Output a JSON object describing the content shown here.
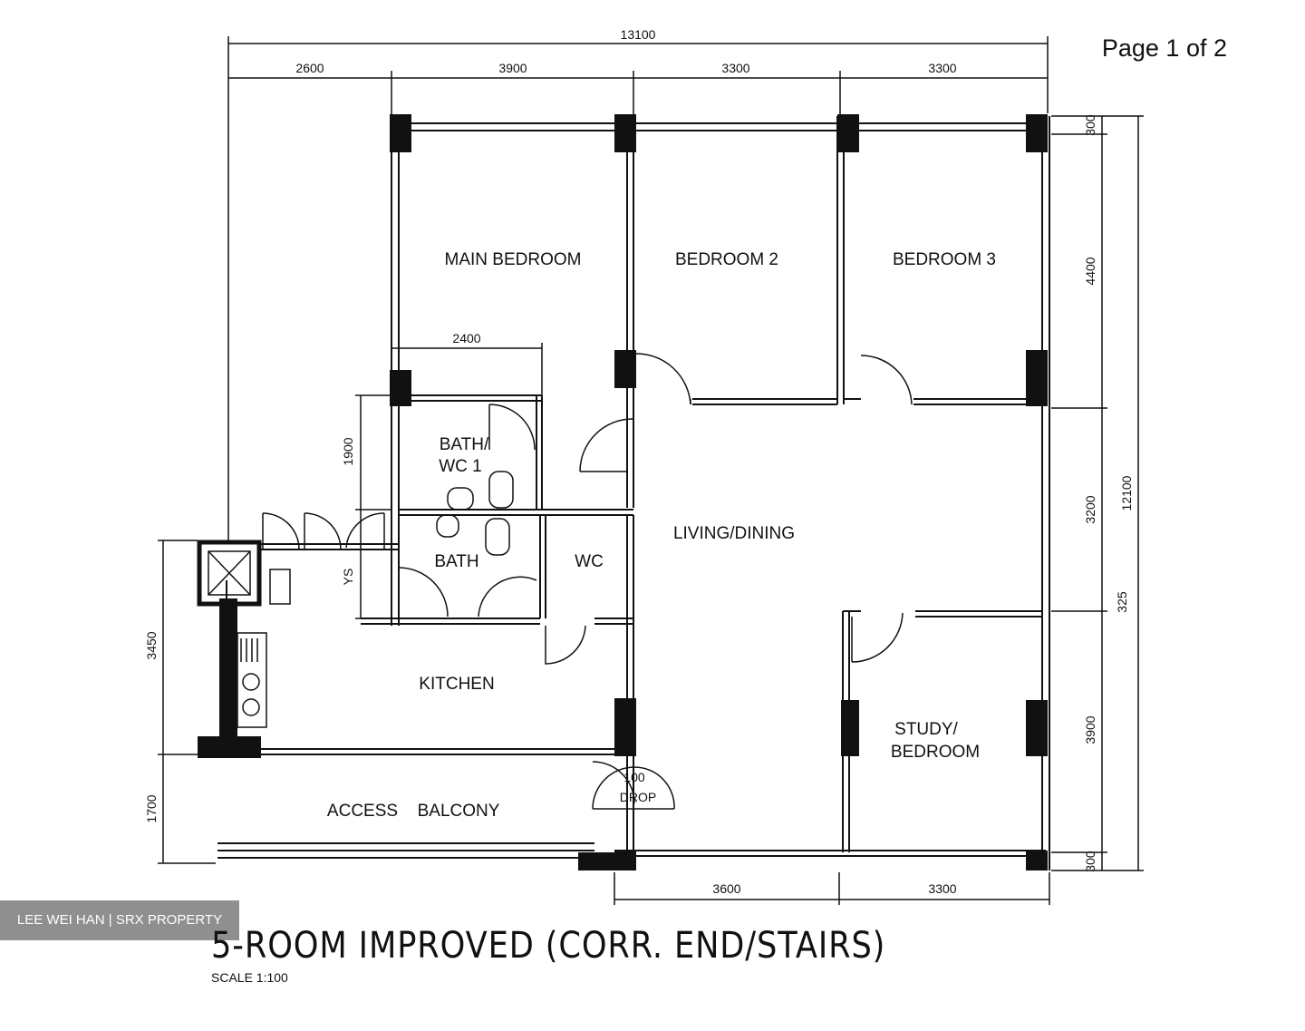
{
  "page_indicator": "Page 1 of 2",
  "title": "5-ROOM IMPROVED (CORR. END/STAIRS)",
  "scale": "SCALE   1:100",
  "watermark": "LEE WEI HAN | SRX PROPERTY",
  "rooms": {
    "main_bedroom": "MAIN  BEDROOM",
    "bedroom2": "BEDROOM  2",
    "bedroom3": "BEDROOM  3",
    "bath_line1": "BATH/",
    "bath_line2": "WC  1",
    "bath2": "BATH",
    "wc": "WC",
    "living": "LIVING/DINING",
    "kitchen": "KITCHEN",
    "study_line1": "STUDY/",
    "study_line2": "BEDROOM",
    "access": "ACCESS",
    "balcony": "BALCONY",
    "drop_line1": "100",
    "drop_line2": "DROP",
    "ys": "YS"
  },
  "dims": {
    "top_total": "13100",
    "top_2600": "2600",
    "top_3900": "3900",
    "top_3300a": "3300",
    "top_3300b": "3300",
    "inner_2400": "2400",
    "left_1900": "1900",
    "left_3450": "3450",
    "left_1700": "1700",
    "right_300a": "300",
    "right_4400": "4400",
    "right_3200": "3200",
    "right_325": "325",
    "right_3900": "3900",
    "right_300b": "300",
    "right_total": "12100",
    "bottom_3600": "3600",
    "bottom_3300": "3300"
  }
}
